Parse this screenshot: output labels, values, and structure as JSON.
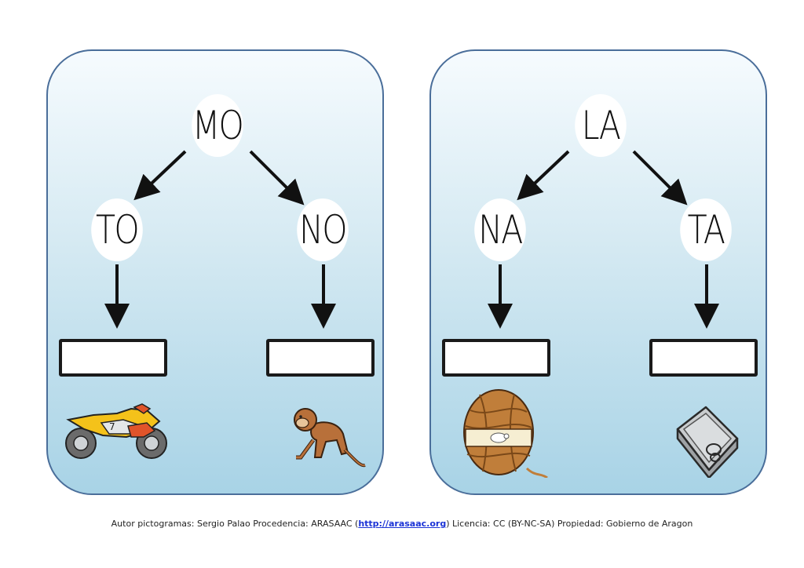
{
  "cards": [
    {
      "top": "MO",
      "left": "TO",
      "right": "NO",
      "left_picture": "motorcycle-picture",
      "right_picture": "monkey-picture"
    },
    {
      "top": "LA",
      "left": "NA",
      "right": "TA",
      "left_picture": "yarn-ball-picture",
      "right_picture": "tin-can-picture"
    }
  ],
  "footer": {
    "prefix": "Autor pictogramas: Sergio Palao Procedencia: ARASAAC (",
    "link": "http://arasaac.org",
    "suffix": ") Licencia: CC (BY-NC-SA) Propiedad: Gobierno de Aragon"
  },
  "colors": {
    "card_border": "#4a6e9a",
    "card_bg_top": "#f6fbfe",
    "card_bg_bottom": "#a8d3e6",
    "link": "#1b33d6"
  }
}
